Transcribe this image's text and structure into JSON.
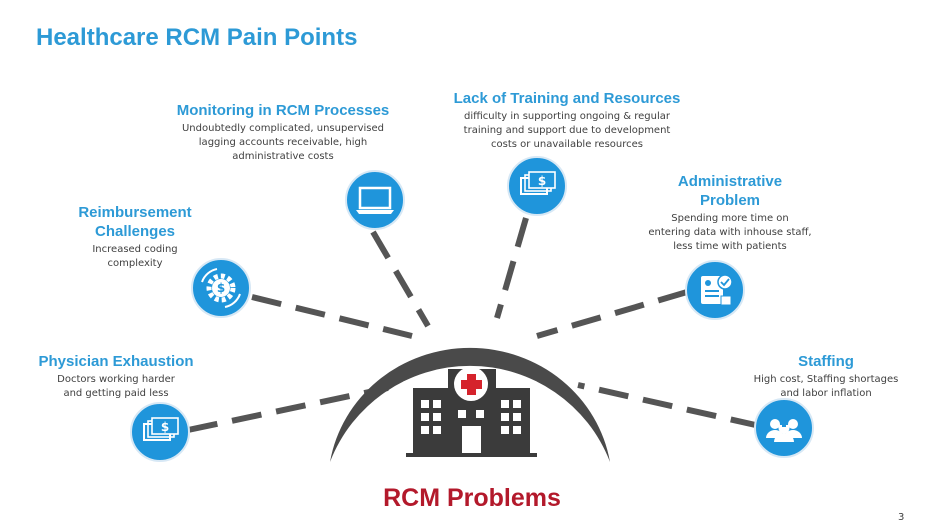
{
  "slide": {
    "title": "Healthcare RCM Pain Points",
    "center_label": "RCM Problems",
    "page_number": "3"
  },
  "colors": {
    "title_blue": "#2d9ad6",
    "icon_blue": "#1f95db",
    "center_red": "#b3192b",
    "connector_gray": "#555555",
    "hospital_gray": "#3b3b3b",
    "cross_red": "#d5232c"
  },
  "center_icon": "hospital-icon",
  "pain_points": [
    {
      "id": "physician-exhaustion",
      "title_lines": [
        "Physician Exhaustion"
      ],
      "desc_lines": [
        "Doctors working harder",
        "and getting paid less"
      ],
      "icon": "money-stack-icon"
    },
    {
      "id": "reimbursement-challenges",
      "title_lines": [
        "Reimbursement",
        "Challenges"
      ],
      "desc_lines": [
        "Increased coding",
        "complexity"
      ],
      "icon": "dollar-gear-icon"
    },
    {
      "id": "monitoring-rcm-processes",
      "title_lines": [
        "Monitoring in RCM Processes"
      ],
      "desc_lines": [
        "Undoubtedly complicated, unsupervised",
        "lagging accounts receivable, high",
        "administrative costs"
      ],
      "icon": "laptop-icon"
    },
    {
      "id": "lack-of-training",
      "title_lines": [
        "Lack of Training and Resources"
      ],
      "desc_lines": [
        "difficulty in supporting ongoing & regular",
        "training and support due to development",
        "costs or unavailable resources"
      ],
      "icon": "money-stack-icon"
    },
    {
      "id": "administrative-problem",
      "title_lines": [
        "Administrative",
        "Problem"
      ],
      "desc_lines": [
        "Spending more  time on",
        "entering data with inhouse staff,",
        "less time with patients"
      ],
      "icon": "document-approval-icon"
    },
    {
      "id": "staffing",
      "title_lines": [
        "Staffing"
      ],
      "desc_lines": [
        "High cost, Staffing shortages",
        "and labor inflation"
      ],
      "icon": "medical-team-icon"
    }
  ]
}
